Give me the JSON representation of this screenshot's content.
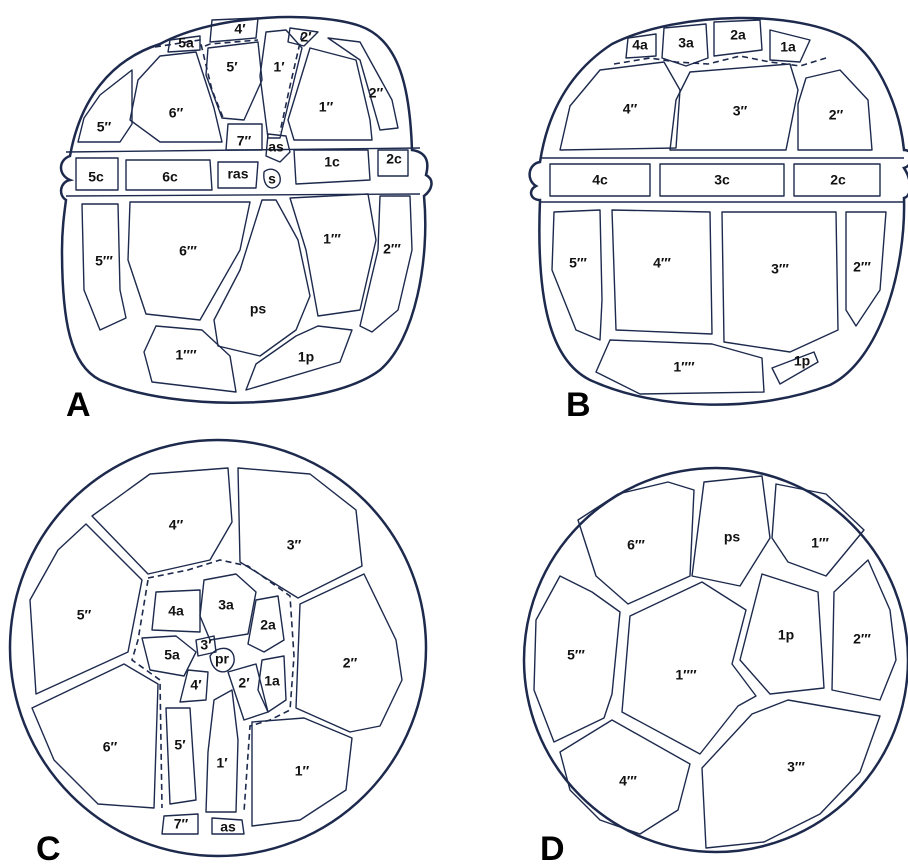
{
  "panels": {
    "A": {
      "letter": "A",
      "labels": {
        "p5a": "5a",
        "p4p": "4′",
        "p2p": "2′",
        "p5p": "5′",
        "p1p": "1′",
        "p6pp": "6′′",
        "p5pp": "5′′",
        "p1pp": "1′′",
        "p2pp": "2′′",
        "p7pp": "7′′",
        "pas": "as",
        "p5c": "5c",
        "p6c": "6c",
        "pras": "ras",
        "ps": "s",
        "p1c": "1c",
        "p2c": "2c",
        "p5ppp": "5′′′",
        "p6ppp": "6′′′",
        "p1ppp": "1′′′",
        "p2ppp": "2′′′",
        "pps": "ps",
        "p1pppp": "1′′′′",
        "p1post": "1p"
      }
    },
    "B": {
      "letter": "B",
      "labels": {
        "p4a": "4a",
        "p3a": "3a",
        "p2a": "2a",
        "p1a": "1a",
        "p4pp": "4′′",
        "p3pp": "3′′",
        "p2pp": "2′′",
        "p4c": "4c",
        "p3c": "3c",
        "p2c": "2c",
        "p5ppp": "5′′′",
        "p4ppp": "4′′′",
        "p3ppp": "3′′′",
        "p2ppp": "2′′′",
        "p1pppp": "1′′′′",
        "p1post": "1p"
      }
    },
    "C": {
      "letter": "C",
      "labels": {
        "p4pp": "4′′",
        "p3pp": "3′′",
        "p5pp": "5′′",
        "p2pp": "2′′",
        "p6pp": "6′′",
        "p1pp": "1′′",
        "p4a": "4a",
        "p3a": "3a",
        "p2a": "2a",
        "p5a": "5a",
        "p1a": "1a",
        "p3p": "3′",
        "ppr": "pr",
        "p4p": "4′",
        "p2p": "2′",
        "p5p": "5′",
        "p1p": "1′",
        "p7pp": "7′′",
        "pas": "as"
      }
    },
    "D": {
      "letter": "D",
      "labels": {
        "p6ppp": "6′′′",
        "pps": "ps",
        "p1ppp": "1′′′",
        "p5ppp": "5′′′",
        "p1pppp": "1′′′′",
        "p1post": "1p",
        "p2ppp": "2′′′",
        "p4ppp": "4′′′",
        "p3ppp": "3′′′"
      }
    }
  },
  "colors": {
    "line": "#1d2a4d",
    "text": "#111111",
    "background": "#ffffff"
  }
}
